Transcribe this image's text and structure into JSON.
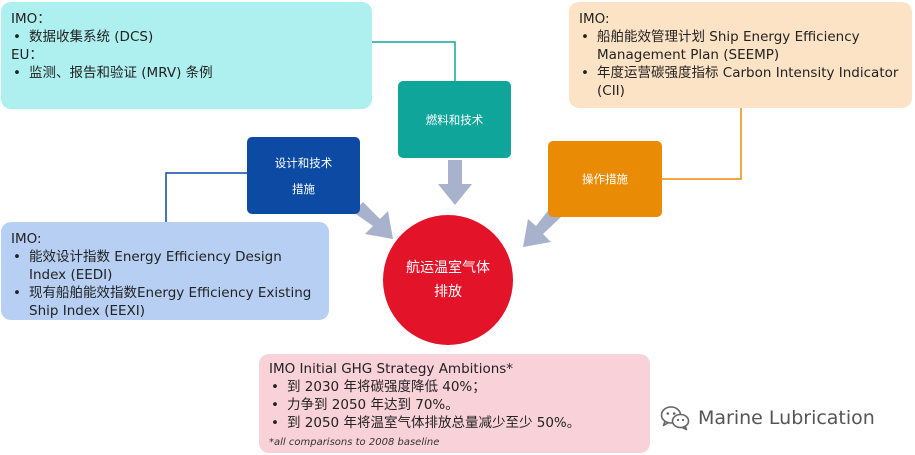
{
  "dcs_panel": {
    "title1": "IMO：",
    "item1": "数据收集系统 (DCS)",
    "title2": "EU：",
    "item2": "监测、报告和验证 (MRV) 条例"
  },
  "seemp_panel": {
    "title": "IMO:",
    "items": [
      "船舶能效管理计划 Ship Energy Efficiency Management Plan (SEEMP)",
      "年度运营碳强度指标 Carbon Intensity Indicator (CII)"
    ]
  },
  "eedi_panel": {
    "title": "IMO:",
    "items": [
      "能效设计指数 Energy Efficiency Design Index (EEDI)",
      "现有船舶能效指数Energy Efficiency Existing Ship Index (EEXI)"
    ]
  },
  "ghg_panel": {
    "title": "IMO Initial GHG Strategy Ambitions*",
    "items": [
      "到 2030 年将碳强度降低 40%；",
      "力争到 2050 年达到 70%。",
      "到 2050 年将温室气体排放总量减少至少 50%。"
    ],
    "note": "*all comparisons to 2008 baseline"
  },
  "boxes": {
    "fuel": "燃料和技术",
    "design_line1": "设计和技术",
    "design_line2": "措施",
    "ops": "操作措施"
  },
  "center": {
    "line1": "航运温室气体",
    "line2": "排放"
  },
  "watermark": {
    "text": "Marine Lubrication",
    "icon": "wechat-icon"
  },
  "colors": {
    "cyan_panel": "#aef0ef",
    "orange_panel": "#fde3c6",
    "blue_panel": "#b6cff3",
    "pink_panel": "#f9d1d9",
    "teal_box": "#10a59b",
    "navy_box": "#0c4aa3",
    "orange_box": "#ea8b05",
    "red_circle": "#e3142a",
    "arrow_gray": "#a8b2cc"
  }
}
